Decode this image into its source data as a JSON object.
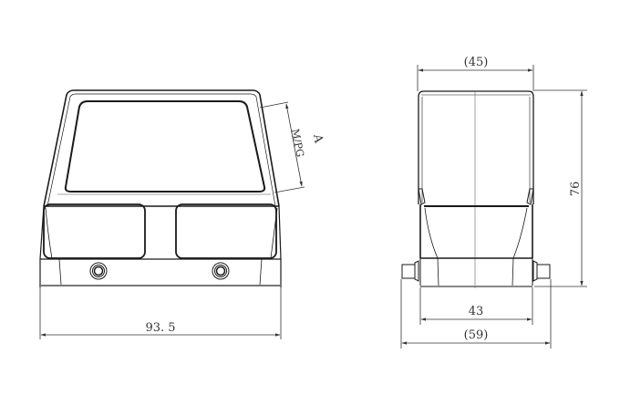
{
  "drawing": {
    "type": "technical-dimension-drawing",
    "colors": {
      "line": "#1a1a1a",
      "dim_line": "#555555",
      "text": "#333333",
      "background": "#ffffff"
    }
  },
  "front_view": {
    "width_label": "93. 5",
    "entry_label": "M/PG",
    "entry_dim_label": "A",
    "bolt_count": 2
  },
  "side_view": {
    "top_width_label": "(45)",
    "height_label": "76",
    "base_width_label": "43",
    "overall_width_label": "(59)"
  }
}
